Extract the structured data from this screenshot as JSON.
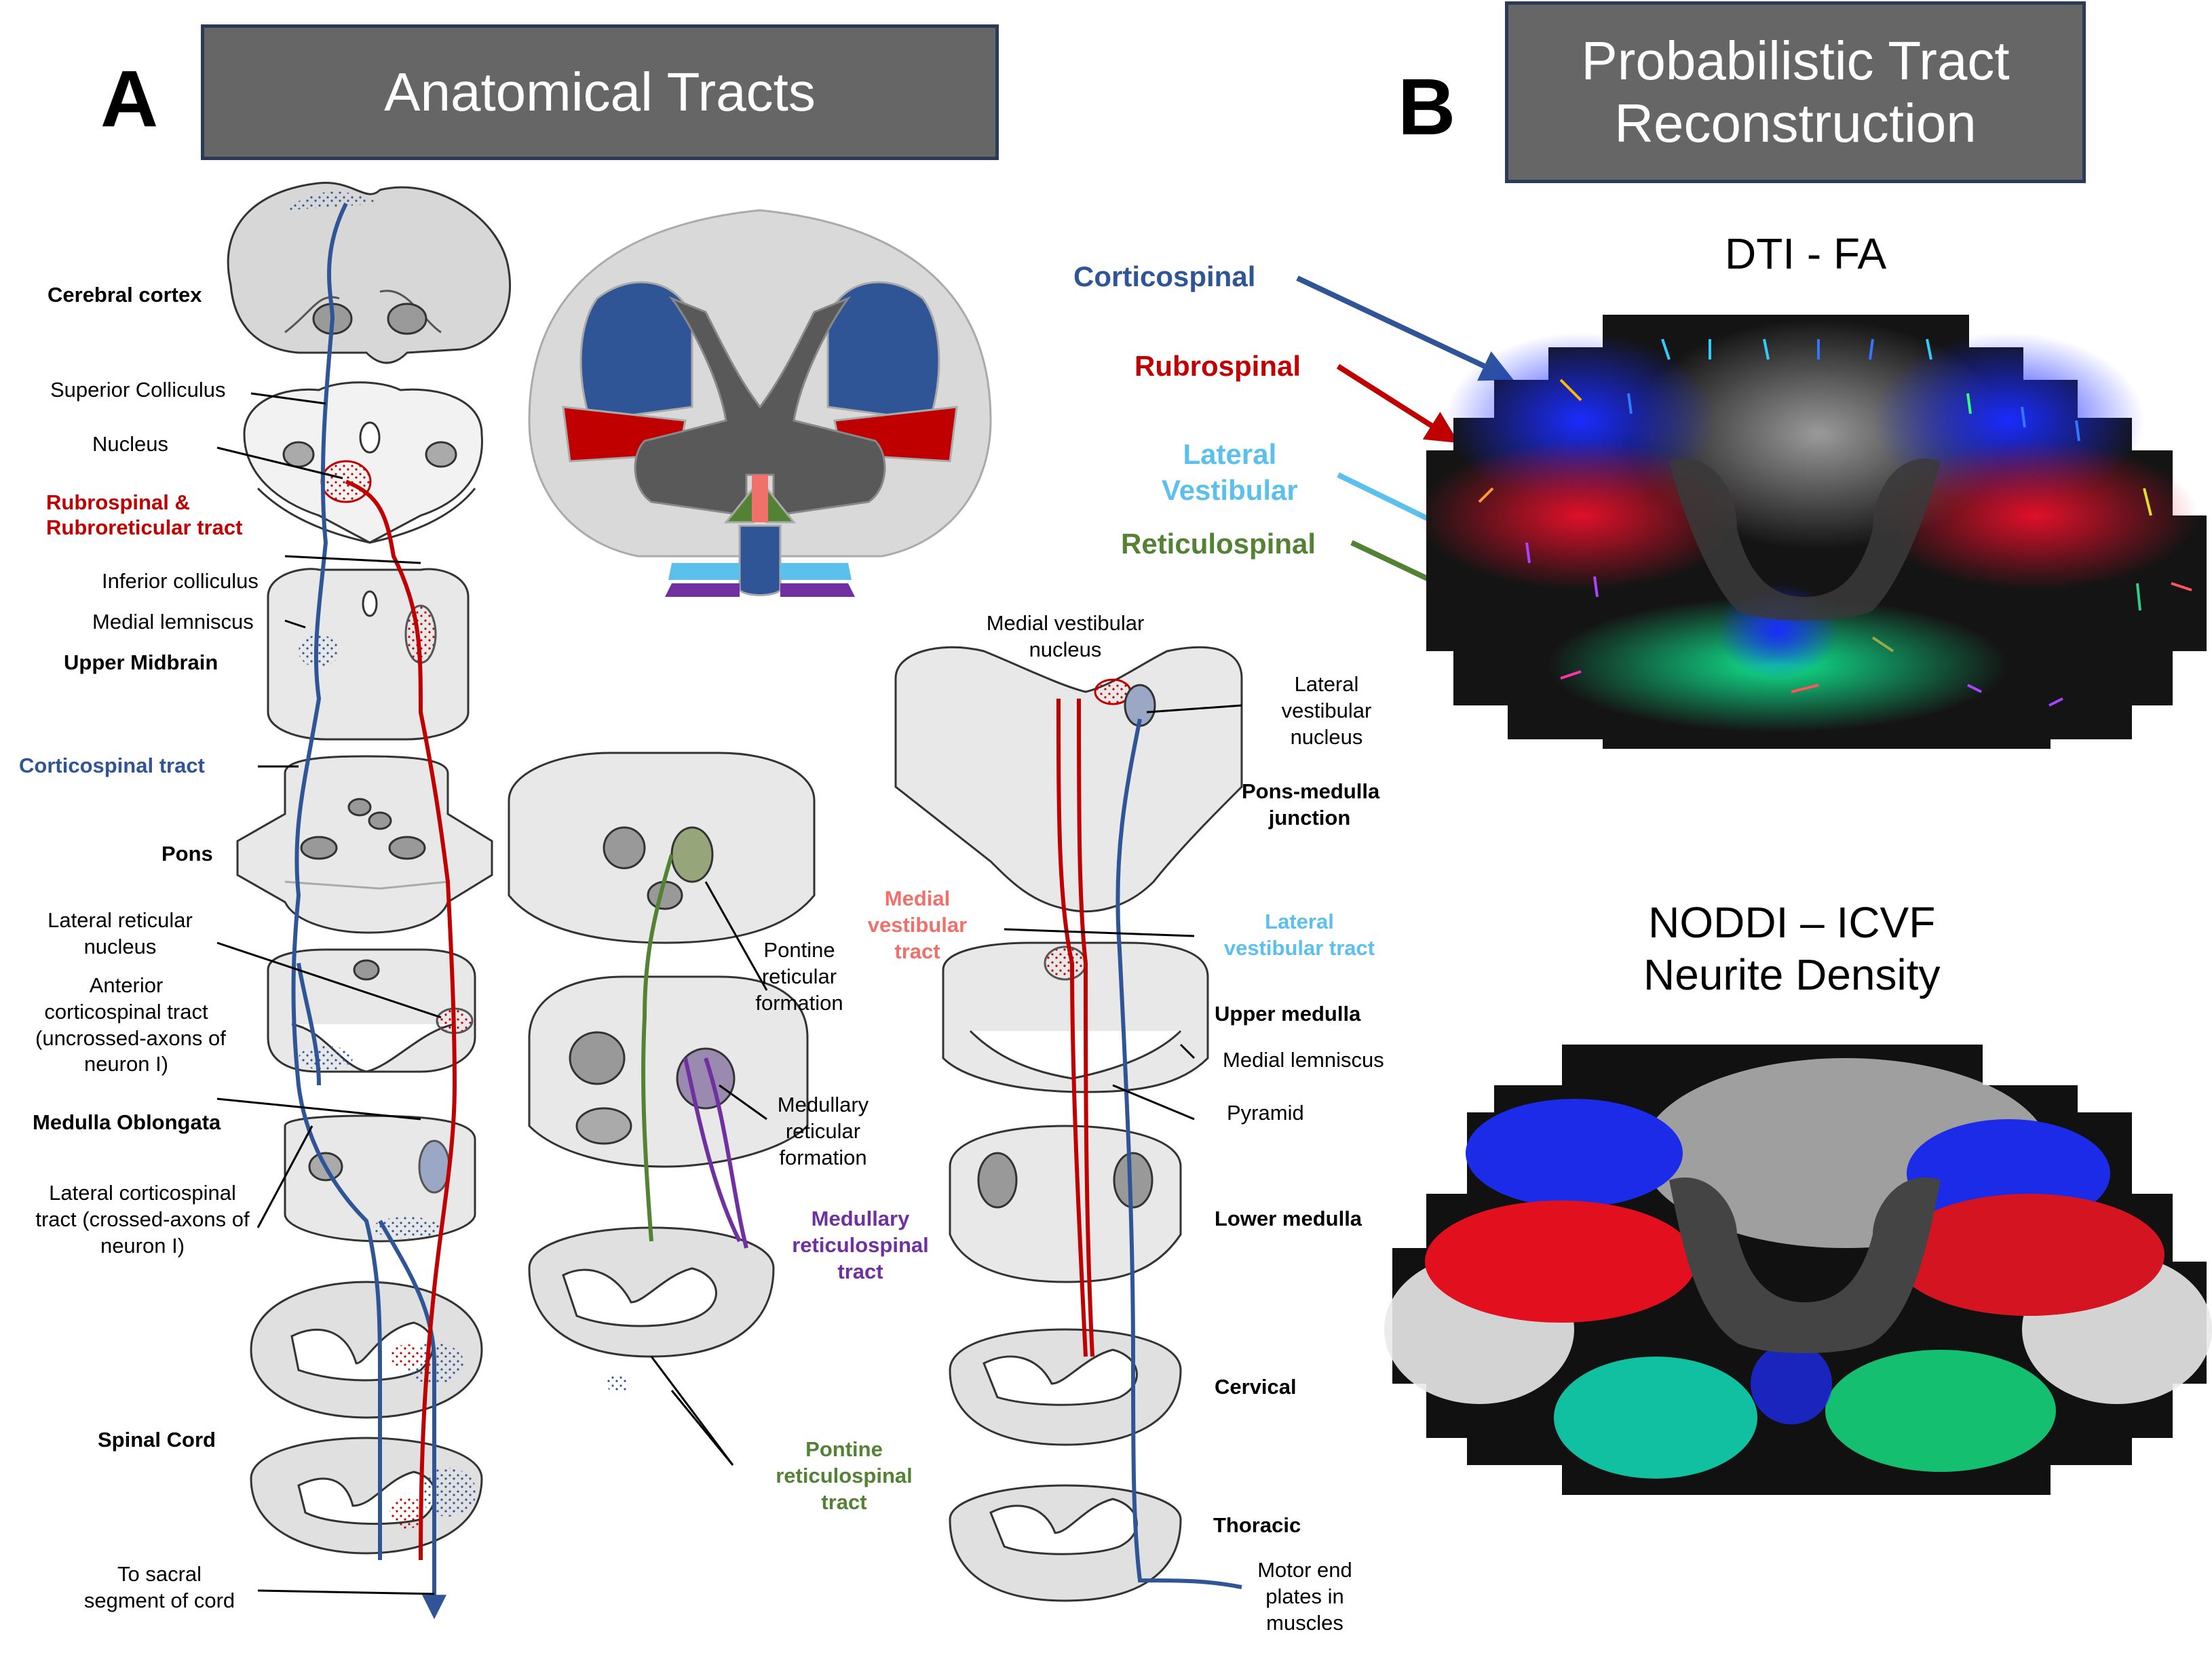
{
  "panel_a": {
    "letter": "A",
    "title": "Anatomical Tracts",
    "labels": {
      "cerebral_cortex": "Cerebral cortex",
      "superior_colliculus": "Superior Colliculus",
      "nucleus": "Nucleus",
      "rubrospinal_title": "Rubrospinal &\nRubroreticular tract",
      "inferior_colliculus": "Inferior colliculus",
      "medial_lemniscus": "Medial lemniscus",
      "upper_midbrain": "Upper Midbrain",
      "corticospinal_tract": "Corticospinal tract",
      "pons": "Pons",
      "lateral_reticular_nucleus": "Lateral reticular\nnucleus",
      "anterior_corticospinal": "Anterior\ncorticospinal tract\n(uncrossed-axons of\nneuron I)",
      "medulla_oblongata": "Medulla Oblongata",
      "lateral_corticospinal": "Lateral corticospinal\ntract (crossed-axons of\nneuron I)",
      "spinal_cord": "Spinal Cord",
      "to_sacral": "To sacral\nsegment of cord",
      "pontine_reticular_formation": "Pontine\nreticular\nformation",
      "medullary_reticular_formation": "Medullary\nreticular\nformation",
      "medullary_reticulospinal": "Medullary\nreticulospinal\ntract",
      "pontine_reticulospinal": "Pontine\nreticulospinal\ntract",
      "medial_vestibular_nucleus": "Medial vestibular\nnucleus",
      "lateral_vestibular_nucleus": "Lateral\nvestibular\nnucleus",
      "pons_medulla_junction": "Pons-medulla\njunction",
      "medial_vestibular_tract": "Medial\nvestibular\ntract",
      "lateral_vestibular_tract": "Lateral\nvestibular tract",
      "upper_medulla": "Upper medulla",
      "medial_lemniscus_2": "Medial lemniscus",
      "pyramid": "Pyramid",
      "lower_medulla": "Lower medulla",
      "cervical": "Cervical",
      "thoracic": "Thoracic",
      "motor_end_plates": "Motor end\nplates in\nmuscles"
    }
  },
  "panel_b": {
    "letter": "B",
    "title": "Probabilistic Tract\nReconstruction",
    "dti_title": "DTI - FA",
    "noddi_title": "NODDI – ICVF\nNeurite Density"
  },
  "legend": {
    "corticospinal": "Corticospinal",
    "rubrospinal": "Rubrospinal",
    "lateral_vestibular": "Lateral\nVestibular",
    "reticulospinal": "Reticulospinal"
  },
  "colors": {
    "corticospinal": "#2f5597",
    "rubrospinal": "#c00000",
    "vestibular_lateral": "#5bc0eb",
    "vestibular_medial": "#f0706a",
    "reticulospinal": "#548235",
    "medullary": "#7030a0",
    "title_box": "#666666"
  }
}
